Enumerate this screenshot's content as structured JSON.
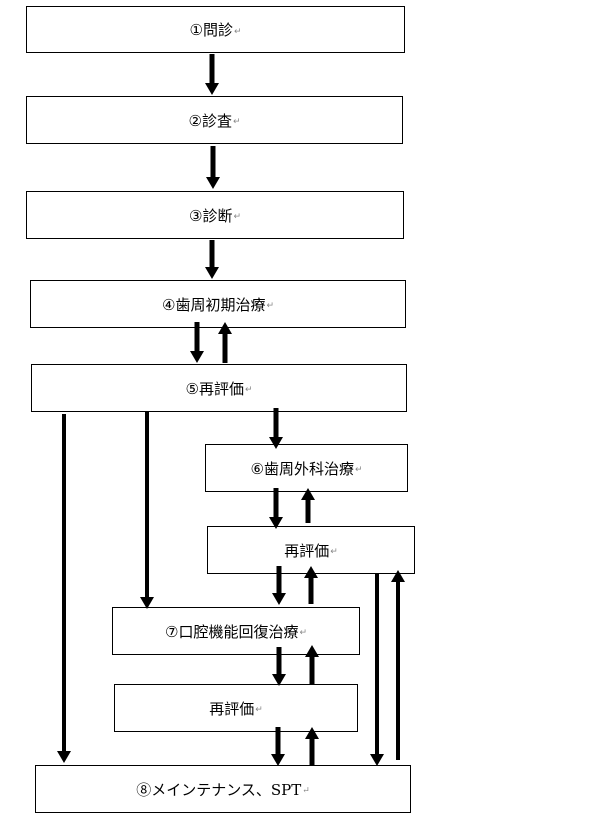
{
  "diagram": {
    "nodes": [
      {
        "id": "n1",
        "label": "①問診"
      },
      {
        "id": "n2",
        "label": "②診査"
      },
      {
        "id": "n3",
        "label": "③診断"
      },
      {
        "id": "n4",
        "label": "④歯周初期治療"
      },
      {
        "id": "n5",
        "label": "⑤再評価"
      },
      {
        "id": "n6",
        "label": "⑥歯周外科治療"
      },
      {
        "id": "n6r",
        "label": "再評価"
      },
      {
        "id": "n7",
        "label": "⑦口腔機能回復治療"
      },
      {
        "id": "n7r",
        "label": "再評価"
      },
      {
        "id": "n8",
        "label": "⑧メインテナンス、SPT"
      }
    ],
    "paragraph_mark": "↵",
    "edges": [
      {
        "from": "n1",
        "to": "n2"
      },
      {
        "from": "n2",
        "to": "n3"
      },
      {
        "from": "n3",
        "to": "n4"
      },
      {
        "from": "n4",
        "to": "n5"
      },
      {
        "from": "n5",
        "to": "n4"
      },
      {
        "from": "n5",
        "to": "n8",
        "note": "line only, arrowhead at end"
      },
      {
        "from": "n5",
        "to": "n7"
      },
      {
        "from": "n5",
        "to": "n6"
      },
      {
        "from": "n6",
        "to": "n6r"
      },
      {
        "from": "n6r",
        "to": "n6"
      },
      {
        "from": "n6r",
        "to": "n7"
      },
      {
        "from": "n7",
        "to": "n6r"
      },
      {
        "from": "n6r",
        "to": "n8"
      },
      {
        "from": "n8",
        "to": "n6r"
      },
      {
        "from": "n7",
        "to": "n7r"
      },
      {
        "from": "n7r",
        "to": "n7"
      },
      {
        "from": "n7r",
        "to": "n8"
      },
      {
        "from": "n8",
        "to": "n7r"
      }
    ]
  }
}
